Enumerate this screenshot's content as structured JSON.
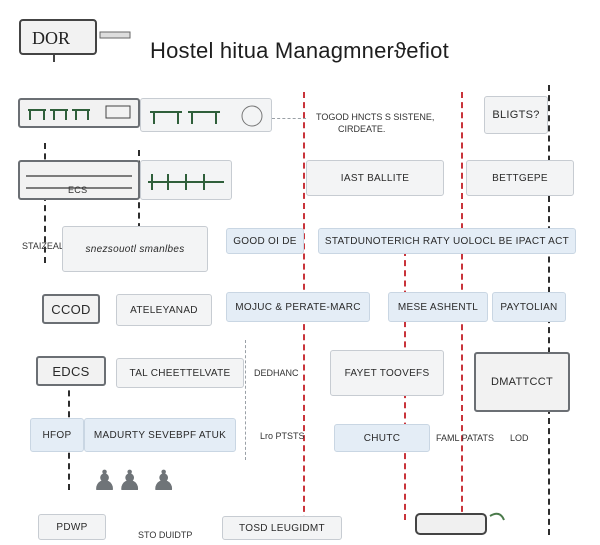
{
  "header": {
    "logo_text": "DOR",
    "title": "Hostel  hitua Managmner⁣ϑefiot"
  },
  "rows": {
    "r1": {
      "mid_text_1": "TOGOD HNCTS  S SISTENE,",
      "mid_text_2": "CIRDEATE.",
      "right_label": "BLIGTS?"
    },
    "r2": {
      "mid_label": "IAST BALLITE",
      "right_label": "BETTGEPE",
      "left_small": "ECS"
    },
    "r3": {
      "left_caption": "STAIZEAL",
      "left_box": "snezsouotl  smanlbes",
      "mid_box": "GOOD OI DE",
      "right_box": "STATDUNOTERICH RATY  UOLOCL BE  IPACT ACT"
    },
    "r4": {
      "left_box": "CCOD",
      "left_label": "ATELEYANAD",
      "mid_box_1": "MOJUC  & PERATE-MARC",
      "mid_box_2": "MESE  ASHENTL",
      "right_box": "PAYTOLIAN"
    },
    "r5": {
      "left_box": "EDCS",
      "left_label": "TAL CHEETTELVATE",
      "mid_label": "DEDHANC",
      "mid_box": "FAYET TOOVEFS",
      "right_box": "DMATTCCT"
    },
    "r6": {
      "left_box_1": "HFOP",
      "left_box_2": "MADURTY  SEVEBPF  ATUK",
      "mid_label": "Lro  PTSTS",
      "mid_box": "CHUTC",
      "right_label_1": "FAML PATATS",
      "right_label_2": "LOD"
    },
    "r7": {
      "left_box": "PDWP",
      "mid_label": "TOSD  LEUGIDMT",
      "left_small": "STO DUIDTP"
    }
  },
  "icons": {
    "logo": "dorm-sign-icon",
    "row1_left": "dining-room-icon",
    "row2_left": "bunk-beds-icon",
    "row7_left": "students-group-icon",
    "row7_right": "desk-chair-icon"
  },
  "colors": {
    "red_line": "#c9343b",
    "black_line": "#2d2d2d",
    "box_blue": "#e4edf6",
    "box_gray": "#eef0f2"
  }
}
